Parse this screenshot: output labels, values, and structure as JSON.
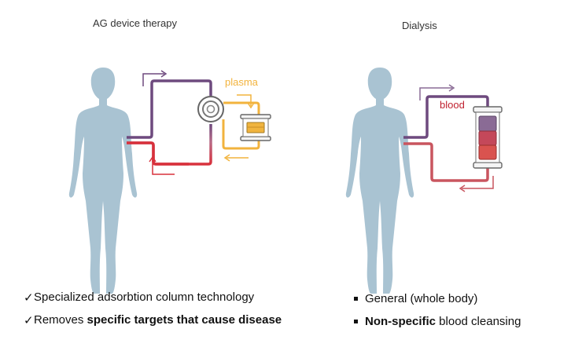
{
  "left_panel": {
    "title": "AG device therapy",
    "flow_label": "plasma",
    "bullets": [
      {
        "marker": "✓",
        "text": "Specialized adsorbtion column technology",
        "bold": "",
        "after": ""
      },
      {
        "marker": "✓",
        "text": "Removes ",
        "bold": "specific targets that cause disease",
        "after": ""
      }
    ]
  },
  "right_panel": {
    "title": "Dialysis",
    "flow_label": "blood",
    "bullets": [
      {
        "text": "General (whole body)",
        "bold": "",
        "after": ""
      },
      {
        "text": "",
        "bold": "Non-specific",
        "after": " blood cleansing"
      }
    ]
  },
  "colors": {
    "body": "#a9c3d2",
    "venous": "#6e4a7e",
    "arterial": "#d8313c",
    "plasma": "#f2b33d",
    "blood_label": "#c0212f",
    "return_line": "#c9555f"
  }
}
